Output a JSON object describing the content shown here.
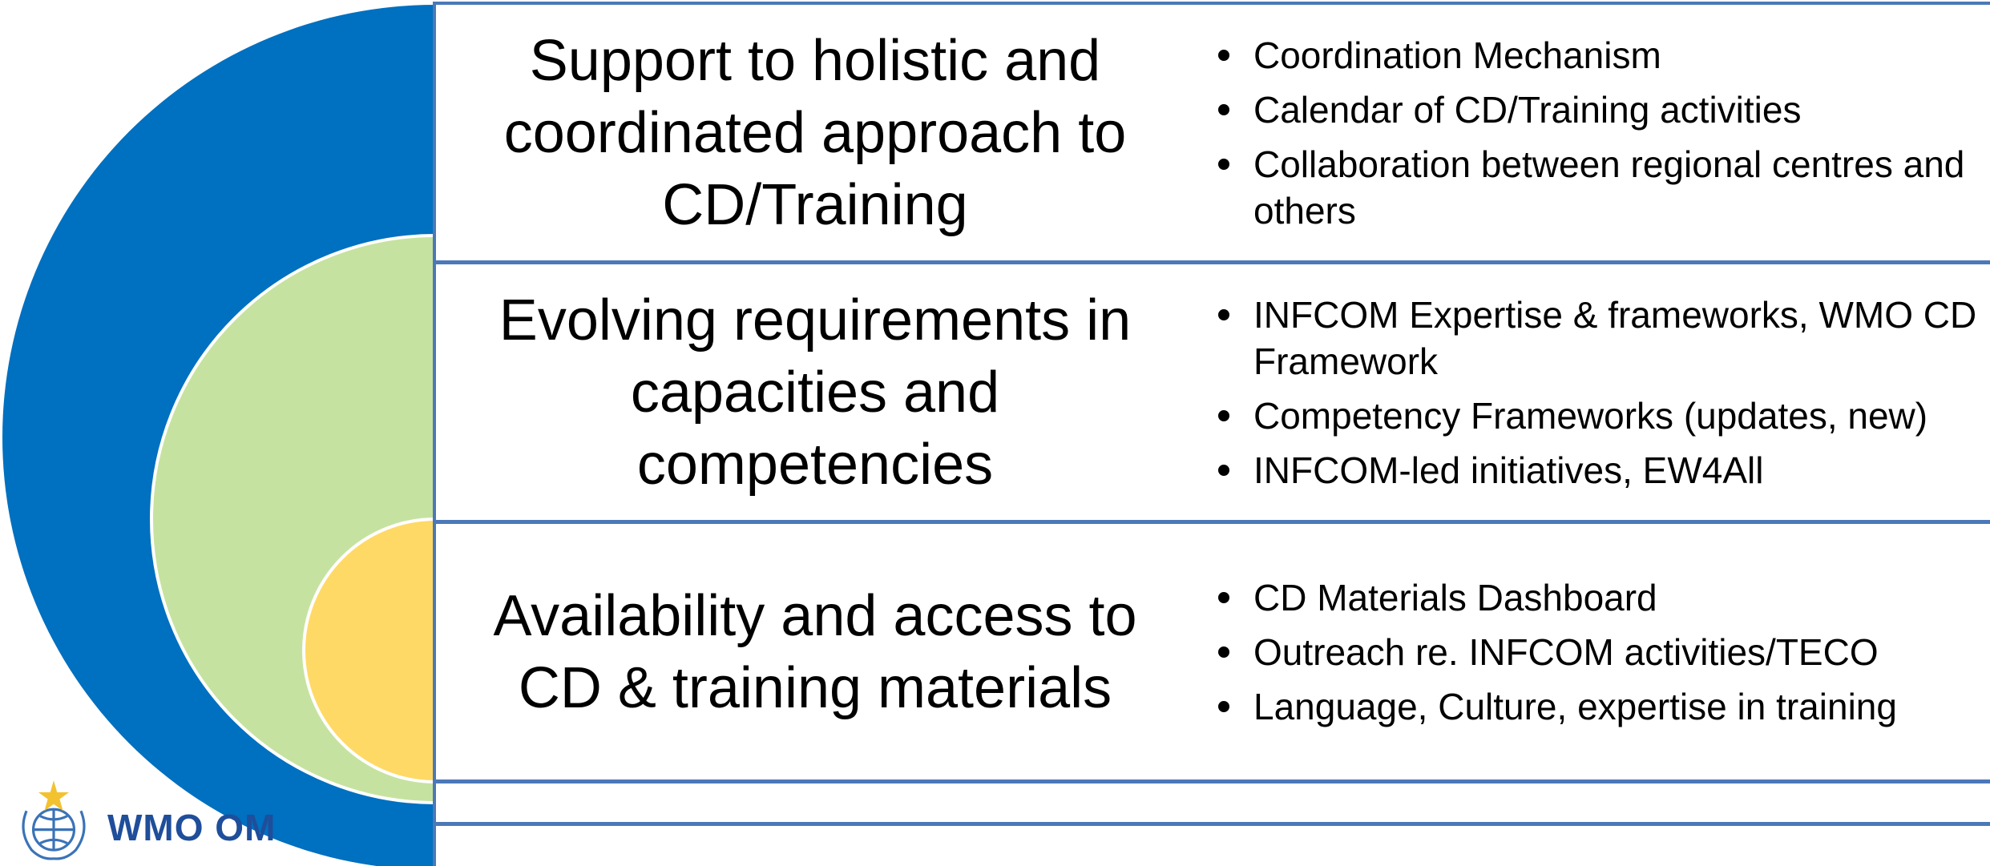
{
  "colors": {
    "outer_arc": "#0070c0",
    "middle_arc": "#c6e2a0",
    "inner_arc": "#ffd966",
    "row_border": "#4b79b8"
  },
  "logo": {
    "icon": "wmo-emblem-icon",
    "text": "WMO OM"
  },
  "rows": [
    {
      "heading": [
        "Support to holistic and",
        "coordinated approach to",
        "CD/Training"
      ],
      "bullets": [
        "Coordination Mechanism",
        "Calendar of CD/Training activities",
        "Collaboration between regional centres and others"
      ]
    },
    {
      "heading": [
        "Evolving requirements in",
        "capacities and",
        "competencies"
      ],
      "bullets": [
        "INFCOM Expertise & frameworks,  WMO CD Framework",
        "Competency Frameworks (updates, new)",
        "INFCOM-led initiatives, EW4All"
      ]
    },
    {
      "heading": [
        "Availability and access to",
        "CD & training materials"
      ],
      "bullets": [
        "CD Materials Dashboard",
        "Outreach re. INFCOM activities/TECO",
        "Language, Culture, expertise in training"
      ]
    }
  ]
}
